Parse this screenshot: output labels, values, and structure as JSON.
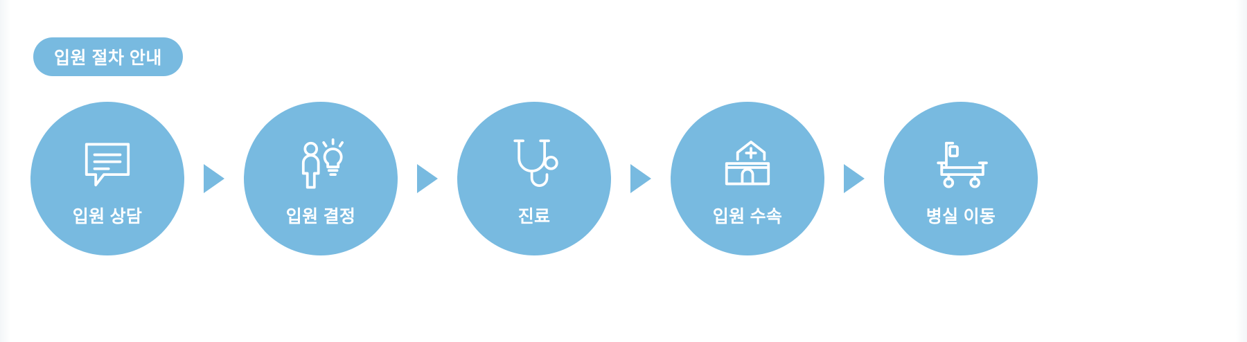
{
  "page": {
    "background_color": "#ffffff",
    "accent_color": "#78bae0",
    "icon_color": "#ffffff",
    "label_color": "#ffffff"
  },
  "header": {
    "badge_label": "입원 절차 안내"
  },
  "flow": {
    "steps": [
      {
        "label": "입원 상담",
        "icon": "speech-bubble-icon"
      },
      {
        "label": "입원 결정",
        "icon": "person-lightbulb-icon"
      },
      {
        "label": "진료",
        "icon": "stethoscope-icon"
      },
      {
        "label": "입원 수속",
        "icon": "hospital-building-icon"
      },
      {
        "label": "병실 이동",
        "icon": "hospital-bed-icon"
      }
    ],
    "separators": [
      {
        "icon": "arrow-right-icon"
      },
      {
        "icon": "arrow-right-icon"
      },
      {
        "icon": "arrow-right-icon"
      },
      {
        "icon": "arrow-right-icon"
      }
    ]
  }
}
